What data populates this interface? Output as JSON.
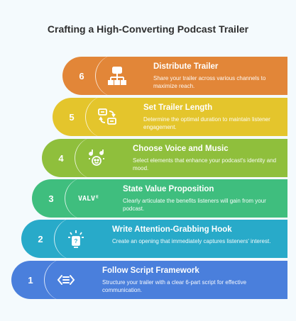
{
  "title": "Crafting a High-Converting Podcast Trailer",
  "steps": [
    {
      "num": "6",
      "title": "Distribute Trailer",
      "desc": "Share your trailer across various channels to maximize reach.",
      "color": "#e28638",
      "icon": "distribution-network-icon"
    },
    {
      "num": "5",
      "title": "Set Trailer Length",
      "desc": "Determine the optimal duration to maintain listener engagement.",
      "color": "#e4c52c",
      "icon": "swap-duration-icon"
    },
    {
      "num": "4",
      "title": "Choose Voice and Music",
      "desc": "Select elements that enhance your podcast's identity and mood.",
      "color": "#8fbf3c",
      "icon": "voice-music-icon"
    },
    {
      "num": "3",
      "title": "State Value Proposition",
      "desc": "Clearly articulate the benefits listeners will gain from your podcast.",
      "color": "#3fbe7e",
      "icon": "valve-text-icon",
      "icon_text": "VALVᴱ"
    },
    {
      "num": "2",
      "title": "Write Attention-Grabbing Hook",
      "desc": "Create an opening that immediately captures listeners' interest.",
      "color": "#28aac9",
      "icon": "lightbulb-hook-icon"
    },
    {
      "num": "1",
      "title": "Follow Script Framework",
      "desc": "Structure your trailer with a clear 6-part script for effective communication.",
      "color": "#4a7fdc",
      "icon": "code-script-icon"
    }
  ]
}
